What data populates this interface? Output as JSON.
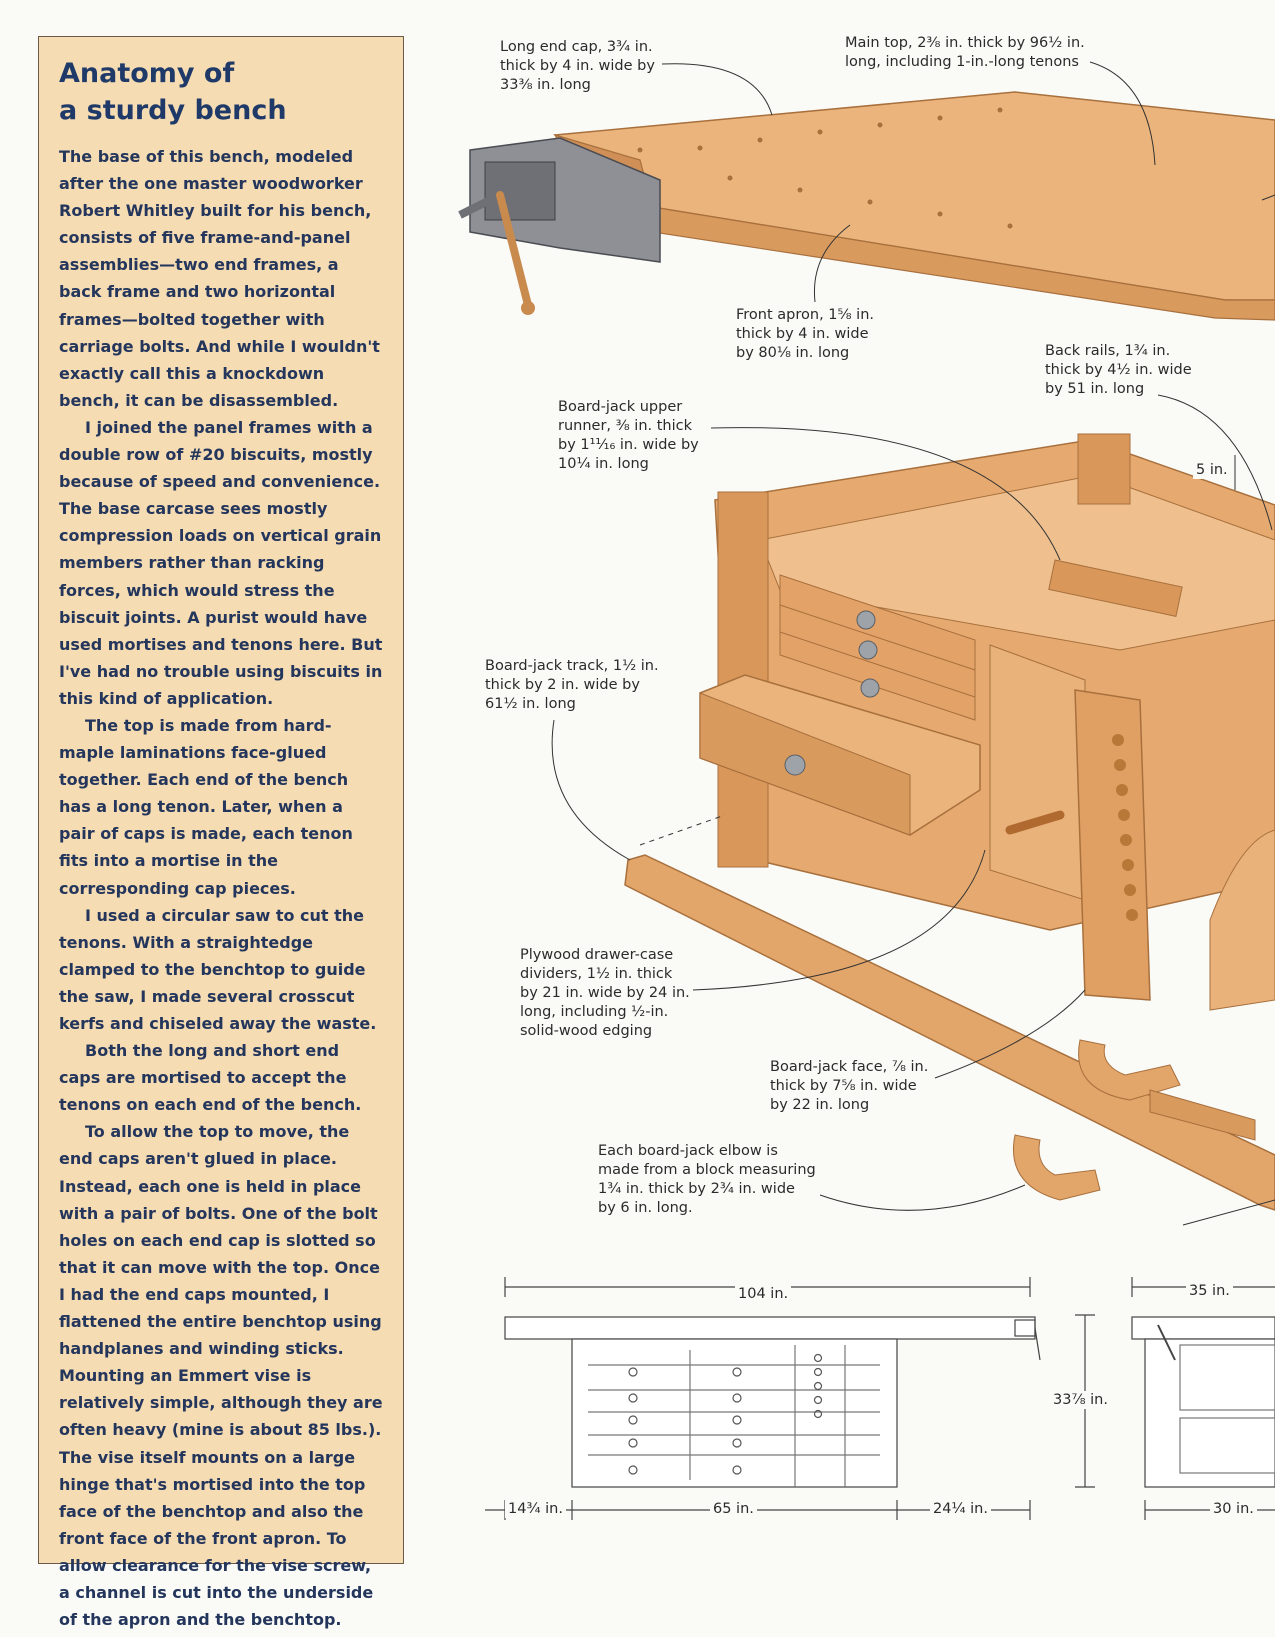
{
  "sidebar": {
    "title_line1": "Anatomy of",
    "title_line2": "a sturdy bench",
    "paragraphs": [
      "The base of this bench, modeled after the one master woodworker Robert Whitley built for his bench, consists of five frame-and-panel assemblies—two end frames, a back frame and two horizontal frames—bolted together with carriage bolts. And while I wouldn't exactly call this a knockdown bench, it can be disassembled.",
      "I joined the panel frames with a double row of #20 biscuits, mostly because of speed and convenience. The base carcase sees mostly compression loads on vertical grain members rather than racking forces, which would stress the biscuit joints. A purist would have used mortises and tenons here. But I've had no trouble using biscuits in this kind of application.",
      "The top is made from hard-maple laminations face-glued together. Each end of the bench has a long tenon. Later, when a pair of caps is made, each tenon fits into a mortise in the corresponding cap pieces.",
      "I used a circular saw to cut the tenons. With a straightedge clamped to the benchtop to guide the saw, I made several crosscut kerfs and chiseled away the waste.",
      "Both the long and short end caps are mortised to accept the tenons on each end of the bench.",
      "To allow the top to move, the end caps aren't glued in place. Instead, each one is held in place with a pair of bolts. One of the bolt holes on each end cap is slotted so that it can move with the top. Once I had the end caps mounted, I flattened the entire benchtop using handplanes and winding sticks. Mounting an Emmert vise is relatively simple, although they are often heavy (mine is about 85 lbs.). The vise itself mounts on a large hinge that's mortised into the top face of the benchtop and also the front face of the front apron. To allow clearance for the vise screw, a channel is cut into the underside of the apron and the benchtop."
    ]
  },
  "callouts": {
    "long_end_cap": "Long end cap, 3¾ in.\nthick by 4 in. wide by\n33⅜ in. long",
    "main_top": "Main top, 2⅜ in. thick by 96½ in.\nlong, including 1-in.-long tenons",
    "front_apron": "Front apron, 1⅝ in.\nthick by 4 in. wide\nby 80⅛ in. long",
    "back_rails": "Back rails, 1¾ in.\nthick by 4½ in. wide\nby 51 in. long",
    "upper_runner": "Board-jack upper\nrunner, ⅜ in. thick\nby 1¹¹⁄₁₆ in. wide by\n10¼ in. long",
    "track": "Board-jack track, 1½ in.\nthick by 2 in. wide by\n61½ in. long",
    "dividers": "Plywood drawer-case\ndividers, 1½ in. thick\nby 21 in. wide by 24 in.\nlong, including ½-in.\nsolid-wood edging",
    "face": "Board-jack face, ⅞ in.\nthick by 7⅝ in. wide\nby 22 in. long",
    "elbow": "Each board-jack elbow is\nmade from a block measuring\n1¾ in. thick by 2¾ in. wide\nby 6 in. long."
  },
  "dimensions": {
    "back_height": "5 in.",
    "overall_length": "104 in.",
    "height": "33⅞ in.",
    "left_overhang": "14¾ in.",
    "base_length": "65 in.",
    "right_overhang": "24¼ in.",
    "top_depth": "35 in.",
    "base_depth": "30 in."
  },
  "colors": {
    "sidebar_bg": "#f6dcb3",
    "title": "#1f3a68",
    "body_text": "#24365c",
    "wood": "#e2a56a"
  }
}
